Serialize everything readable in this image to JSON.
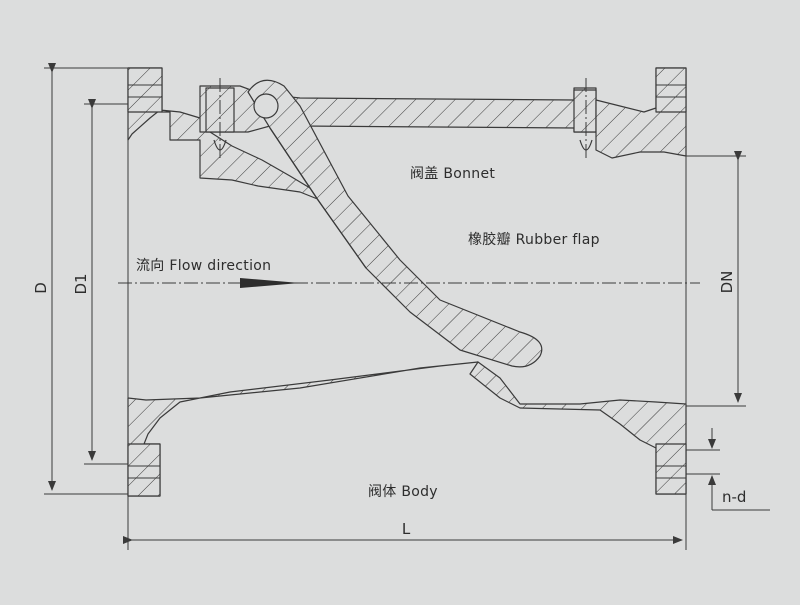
{
  "labels": {
    "bonnet": "阀盖 Bonnet",
    "rubber_flap": "橡胶瓣 Rubber flap",
    "flow_direction": "流向 Flow direction",
    "body": "阀体 Body"
  },
  "dimensions": {
    "D": "D",
    "D1": "D1",
    "DN": "DN",
    "L": "L",
    "n_d": "n-d"
  },
  "colors": {
    "background": "#dcdddd",
    "line": "#3a3a3a"
  }
}
